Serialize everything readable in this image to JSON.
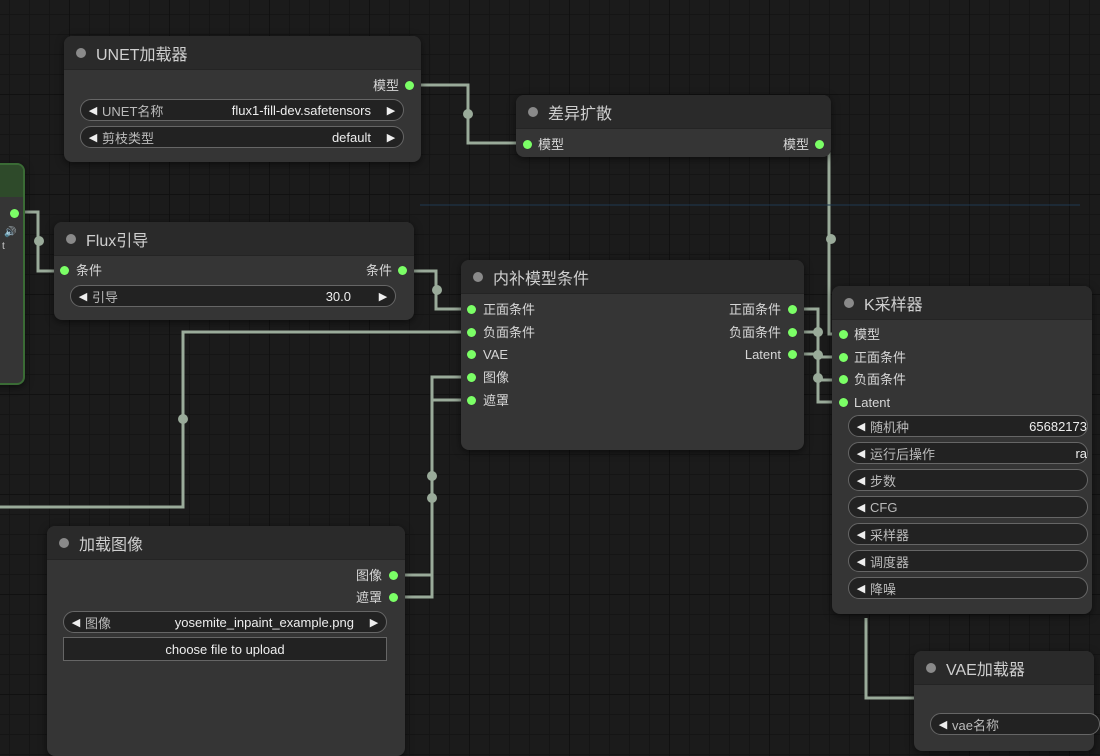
{
  "colors": {
    "canvas_bg": "#1b1b1b",
    "node_bg": "#353535",
    "node_header": "#2a2a2a",
    "link": "#9aab9a",
    "port_active": "#7bff66",
    "group_border": "#3a6b35"
  },
  "nodes": {
    "unet": {
      "title": "UNET加载器",
      "output_model": "模型",
      "widget_unet_name": {
        "label": "UNET名称",
        "value": "flux1-fill-dev.safetensors"
      },
      "widget_weight_dtype": {
        "label": "剪枝类型",
        "value": "default"
      }
    },
    "diff": {
      "title": "差异扩散",
      "input_model": "模型",
      "output_model": "模型"
    },
    "flux": {
      "title": "Flux引导",
      "input_conditioning": "条件",
      "output_conditioning": "条件",
      "widget_guidance": {
        "label": "引导",
        "value": "30.0"
      }
    },
    "inpaint": {
      "title": "内补模型条件",
      "inputs": [
        "正面条件",
        "负面条件",
        "VAE",
        "图像",
        "遮罩"
      ],
      "outputs": [
        "正面条件",
        "负面条件",
        "Latent"
      ]
    },
    "ksampler": {
      "title": "K采样器",
      "inputs": [
        "模型",
        "正面条件",
        "负面条件",
        "Latent"
      ],
      "widgets": [
        {
          "label": "随机种",
          "value": "65682173"
        },
        {
          "label": "运行后操作",
          "value": "ra"
        },
        {
          "label": "步数",
          "value": ""
        },
        {
          "label": "CFG",
          "value": ""
        },
        {
          "label": "采样器",
          "value": ""
        },
        {
          "label": "调度器",
          "value": ""
        },
        {
          "label": "降噪",
          "value": ""
        }
      ]
    },
    "loadimage": {
      "title": "加载图像",
      "outputs": [
        "图像",
        "遮罩"
      ],
      "widget_image": {
        "label": "图像",
        "value": "yosemite_inpaint_example.png"
      },
      "upload_label": "choose file to upload"
    },
    "vae": {
      "title": "VAE加载器",
      "widget_vae_name": {
        "label": "vae名称",
        "value": ""
      }
    },
    "left_partial": {
      "fragment_label": "t"
    }
  }
}
